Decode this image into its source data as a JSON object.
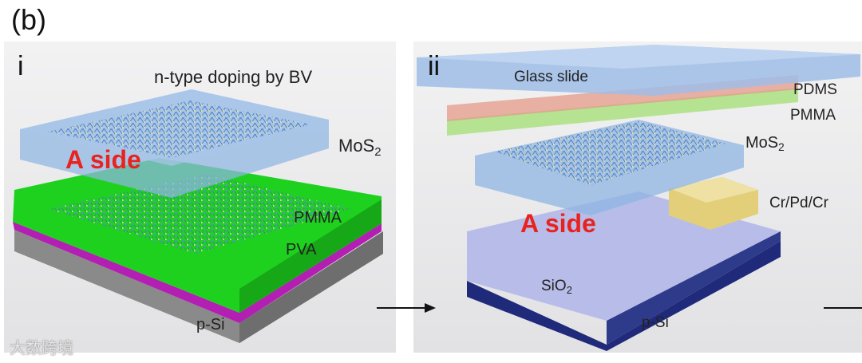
{
  "figure_label": "(b)",
  "panel_i": {
    "roman": "i",
    "title": "n-type doping by BV",
    "a_side": "A side",
    "mos2_main": "MoS",
    "mos2_sub": "2",
    "pmma": "PMMA",
    "pva": "PVA",
    "psi": "p-Si"
  },
  "panel_ii": {
    "roman": "ii",
    "glass": "Glass slide",
    "pdms": "PDMS",
    "pmma": "PMMA",
    "mos2_main": "MoS",
    "mos2_sub": "2",
    "crpdcr": "Cr/Pd/Cr",
    "a_side": "A side",
    "sio2_main": "SiO",
    "sio2_sub": "2",
    "psi": "p-Si"
  },
  "watermark": "大数跨境",
  "colors": {
    "red_label": "#e8231f",
    "pmma_green": "#1fd11f",
    "pva_magenta": "#b21fb2",
    "mos2_blue": "#8fb5e3",
    "sio2_lavender": "#b7bde8",
    "psi_navy": "#1f2a7a",
    "electrode_gold": "#e3cf7a"
  }
}
